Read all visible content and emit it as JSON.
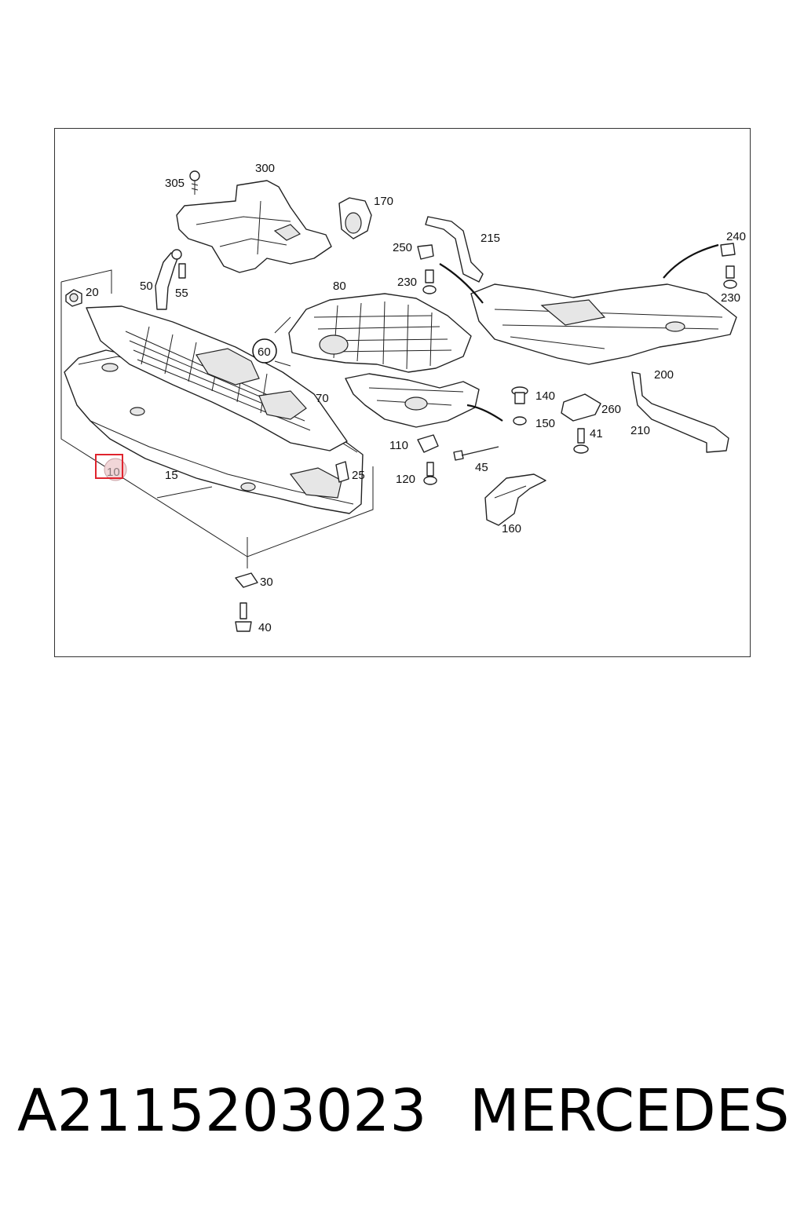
{
  "diagram": {
    "labels": [
      "305",
      "300",
      "170",
      "50",
      "55",
      "20",
      "80",
      "250",
      "215",
      "230",
      "240",
      "230",
      "60",
      "70",
      "140",
      "260",
      "150",
      "41",
      "200",
      "210",
      "110",
      "45",
      "120",
      "25",
      "10",
      "15",
      "160",
      "30",
      "40"
    ],
    "highlight_color": "#e0242e",
    "highlighted_part": "10"
  },
  "footer": {
    "part_number": "A2115203023",
    "brand": "MERCEDES"
  }
}
